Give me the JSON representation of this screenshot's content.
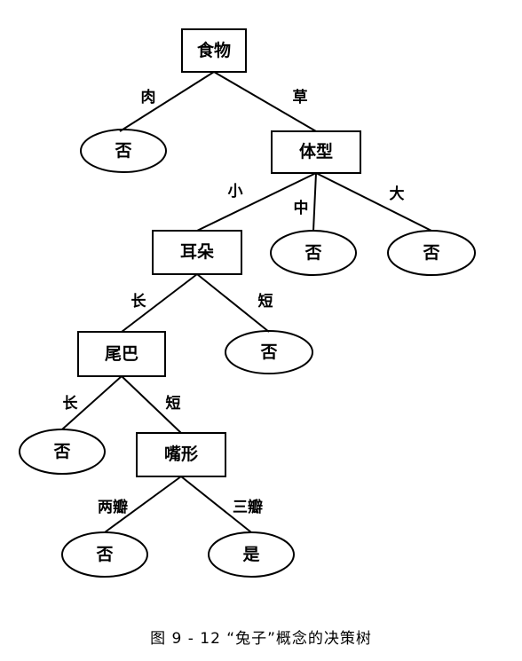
{
  "nodes": {
    "food": "食物",
    "meat_no": "否",
    "body_type": "体型",
    "ears": "耳朵",
    "mid_no": "否",
    "big_no": "否",
    "tail": "尾巴",
    "short_ear_no": "否",
    "long_tail_no": "否",
    "mouth": "嘴形",
    "two_lip_no": "否",
    "three_lip_yes": "是"
  },
  "edges": {
    "meat": "肉",
    "grass": "草",
    "small": "小",
    "medium": "中",
    "large": "大",
    "long_ear": "长",
    "short_ear": "短",
    "long_tail": "长",
    "short_tail": "短",
    "two_lip": "两瓣",
    "three_lip": "三瓣"
  },
  "caption": "图 9 - 12 “兔子”概念的决策树"
}
